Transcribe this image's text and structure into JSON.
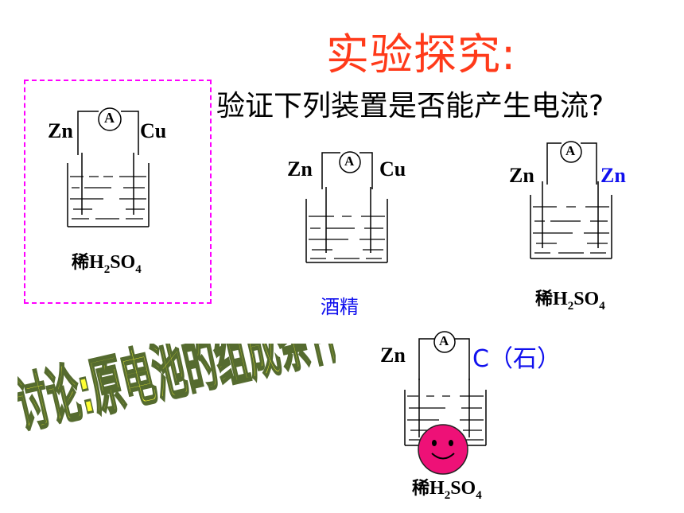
{
  "title": "实验探究:",
  "question": "验证下列装置是否能产生电流?",
  "ammeter_symbol": "A",
  "apparatus": [
    {
      "left_electrode": "Zn",
      "right_electrode": "Cu",
      "solution_prefix": "稀",
      "solution_formula": {
        "h": "H",
        "h_sub": "2",
        "so": "SO",
        "so_sub": "4"
      }
    },
    {
      "left_electrode": "Zn",
      "right_electrode": "Cu",
      "solution_text": "酒精"
    },
    {
      "left_electrode": "Zn",
      "right_electrode": "Zn",
      "solution_prefix": "稀",
      "solution_formula": {
        "h": "H",
        "h_sub": "2",
        "so": "SO",
        "so_sub": "4"
      }
    },
    {
      "left_electrode": "Zn",
      "right_electrode": "C（石）",
      "solution_prefix": "稀",
      "solution_formula": {
        "h": "H",
        "h_sub": "2",
        "so": "SO",
        "so_sub": "4"
      }
    }
  ],
  "discussion": "讨论:原电池的组成条件有哪些?",
  "colors": {
    "title": "#ff3a1a",
    "highlight_box": "#ff00ff",
    "blue_text": "#1010ee",
    "discussion_fill": "#ffff33",
    "discussion_stroke": "#556b2f",
    "smiley": "#ee1177"
  }
}
